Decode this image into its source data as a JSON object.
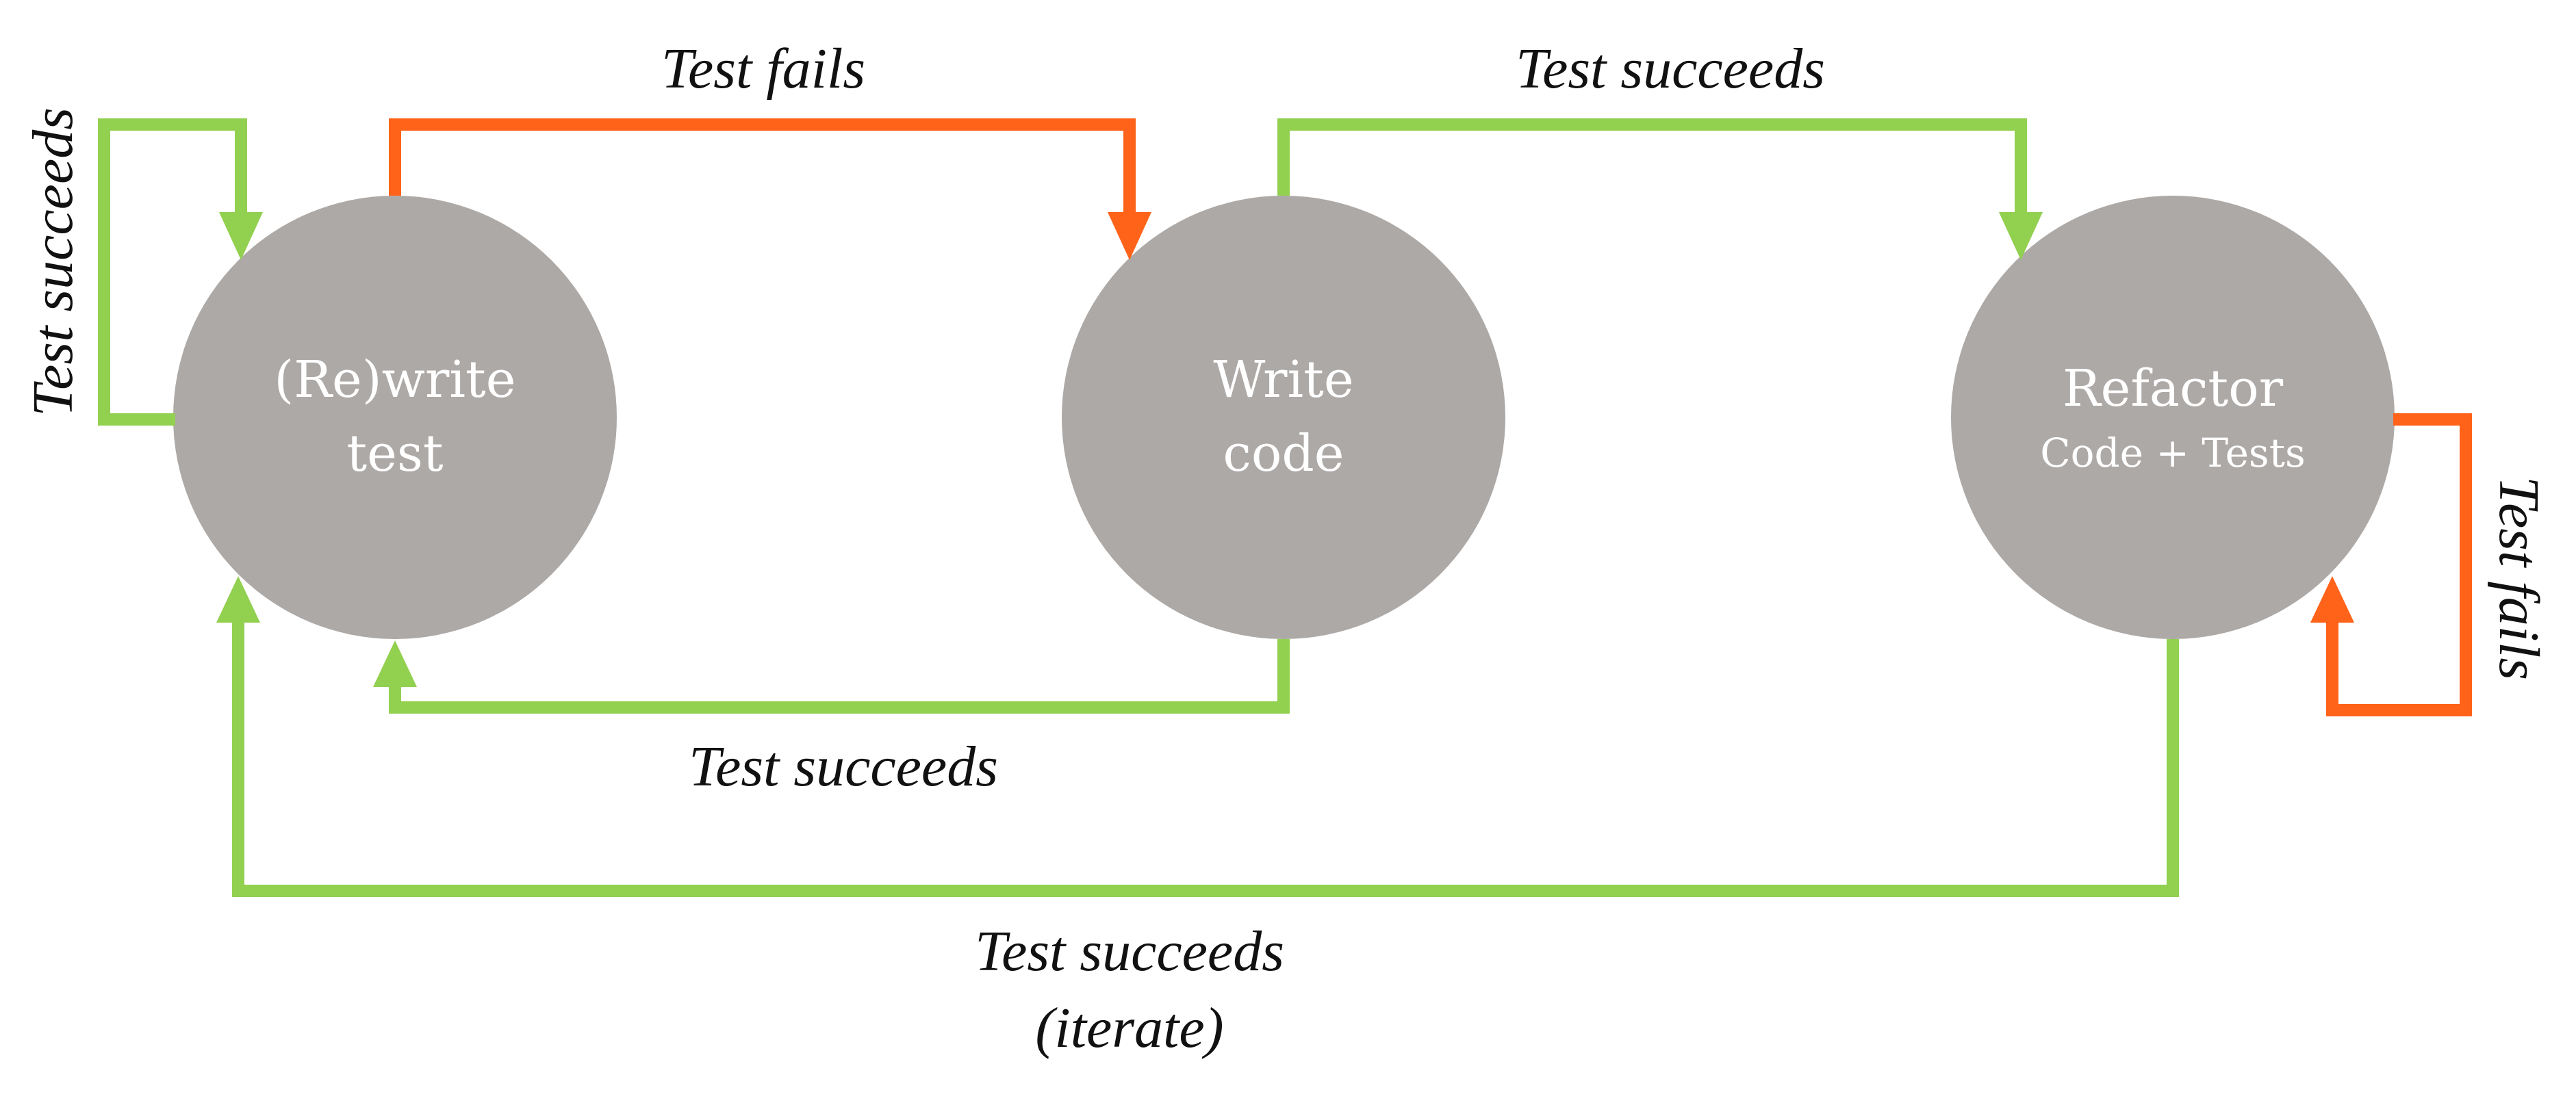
{
  "colors": {
    "success": "#92d050",
    "failure": "#ff6319",
    "node": "#ada9a7",
    "node_text": "#ffffff",
    "label_text": "#111111"
  },
  "nodes": {
    "rewrite_test": {
      "line1": "(Re)write",
      "line2": "test"
    },
    "write_code": {
      "line1": "Write",
      "line2": "code"
    },
    "refactor": {
      "line1": "Refactor",
      "line2": "Code + Tests"
    }
  },
  "edges": {
    "rewrite_self_loop": {
      "label": "Test succeeds",
      "status": "success"
    },
    "rewrite_to_write_code": {
      "label": "Test fails",
      "status": "failure"
    },
    "write_code_to_refactor": {
      "label": "Test succeeds",
      "status": "success"
    },
    "write_code_to_rewrite": {
      "label": "Test succeeds",
      "status": "success"
    },
    "refactor_self_loop": {
      "label": "Test fails",
      "status": "failure"
    },
    "refactor_to_rewrite": {
      "label_line1": "Test succeeds",
      "label_line2": "(iterate)",
      "status": "success"
    }
  }
}
